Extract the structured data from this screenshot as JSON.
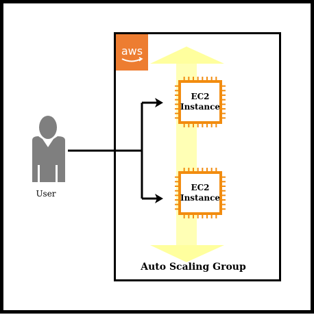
{
  "user": {
    "label": "User",
    "icon": "user-icon"
  },
  "aws": {
    "logo_text": "aws",
    "logo_color": "#ed7d31"
  },
  "group": {
    "label": "Auto Scaling Group"
  },
  "instances": [
    {
      "line1": "EC2",
      "line2": "Instance",
      "icon": "ec2-chip-icon"
    },
    {
      "line1": "EC2",
      "line2": "Instance",
      "icon": "ec2-chip-icon"
    }
  ],
  "colors": {
    "chip": "#f28c0f",
    "scale_arrow": "#ffff99",
    "user_icon": "#7f7f7f",
    "line": "#000000"
  }
}
